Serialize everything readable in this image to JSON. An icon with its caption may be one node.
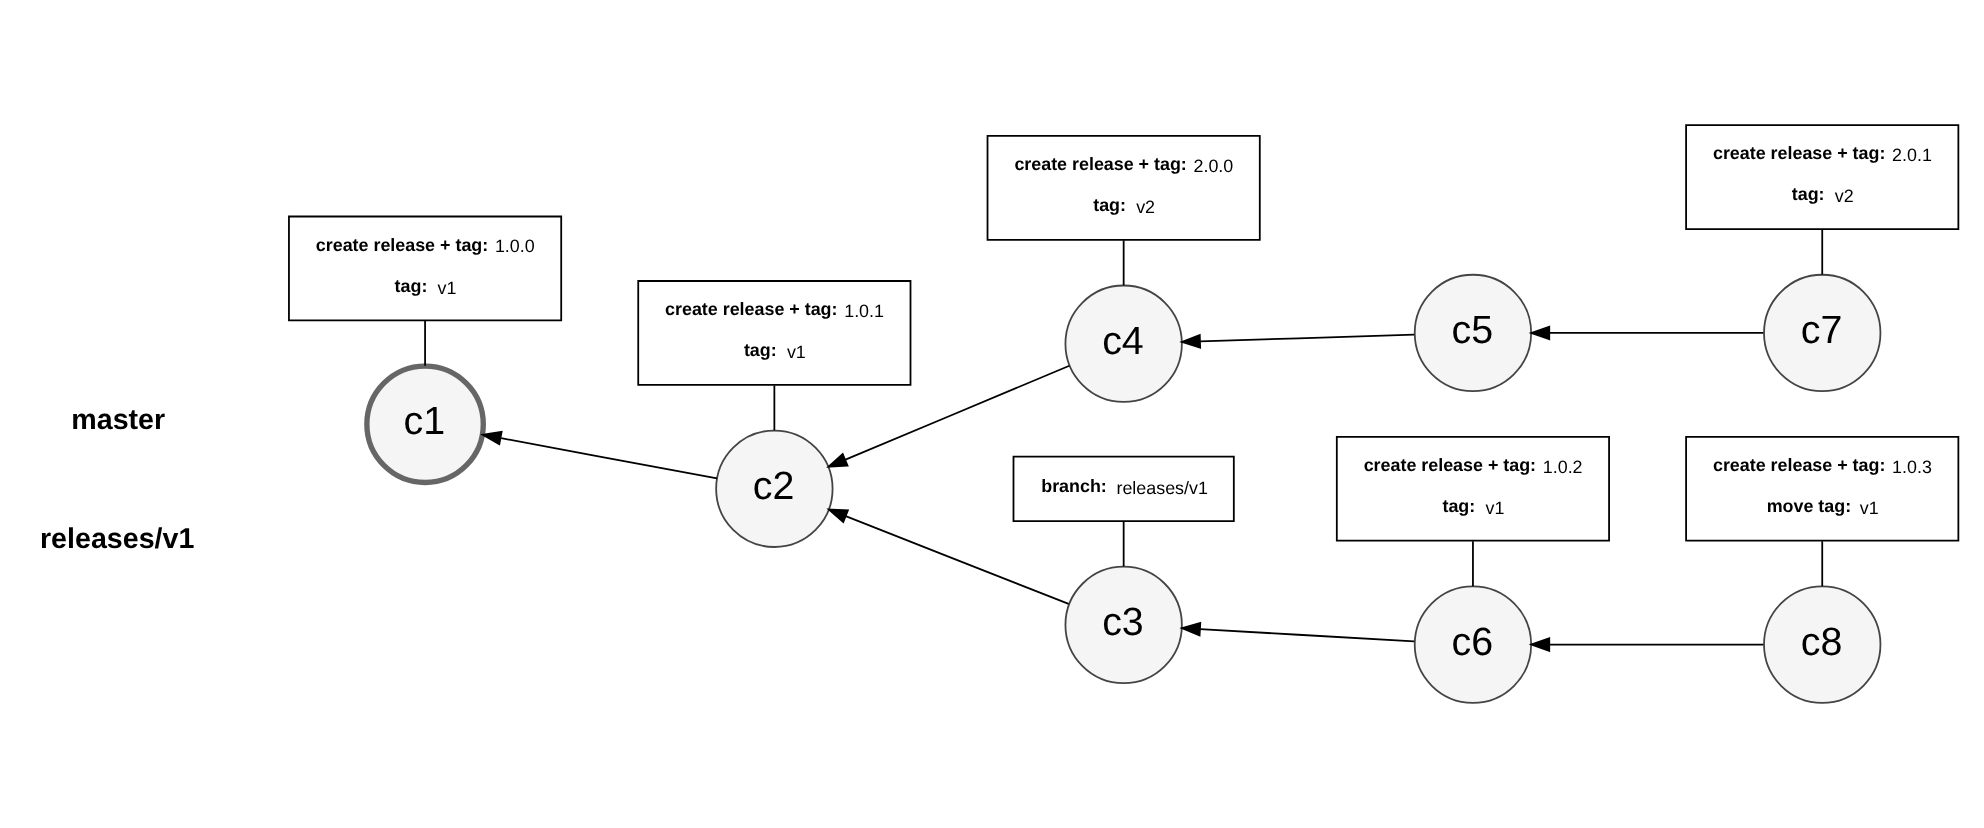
{
  "diagram": {
    "nodes": [
      {
        "text": [
          "**create release + tag:** 1.0.0",
          "**tag:** v1"
        ]
      },
      {
        "text": [
          "**create release + tag:** 1.0.1",
          "**tag:** v1"
        ]
      },
      {
        "text": [
          "**create release + tag:** 2.0.0",
          "**tag:** v2"
        ]
      },
      {
        "text": [
          "**create release + tag:** 2.0.1",
          "**tag:** v2"
        ]
      },
      {
        "text": [
          "c1"
        ]
      },
      {
        "text": [
          "c2"
        ]
      },
      {
        "text": [
          "c4"
        ]
      },
      {
        "text": [
          "c5"
        ]
      },
      {
        "text": [
          "c7"
        ]
      },
      {
        "text": [
          "**branch:** releases/v1"
        ]
      },
      {
        "text": [
          "**create release + tag:** 1.0.2",
          "**tag:** v1"
        ]
      },
      {
        "text": [
          "**create release + tag:** 1.0.3",
          "**move tag:** v1"
        ]
      },
      {
        "text": [
          "c3"
        ]
      },
      {
        "text": [
          "c6"
        ]
      },
      {
        "text": [
          "c8"
        ]
      }
    ],
    "edges": [
      {
        "from": 5,
        "to": 4,
        "arrow": "to"
      },
      {
        "from": 6,
        "to": 5,
        "arrow": "to"
      },
      {
        "from": 7,
        "to": 6,
        "arrow": "to"
      },
      {
        "from": 8,
        "to": 7,
        "arrow": "to"
      },
      {
        "from": 12,
        "to": 5,
        "arrow": "to"
      },
      {
        "from": 13,
        "to": 12,
        "arrow": "to"
      },
      {
        "from": 14,
        "to": 13,
        "arrow": "to"
      },
      {
        "from": 0,
        "to": 4,
        "arrow": "none"
      },
      {
        "from": 1,
        "to": 5,
        "arrow": "none"
      },
      {
        "from": 2,
        "to": 6,
        "arrow": "none"
      },
      {
        "from": 3,
        "to": 8,
        "arrow": "none"
      },
      {
        "from": 9,
        "to": 12,
        "arrow": "none"
      },
      {
        "from": 10,
        "to": 13,
        "arrow": "none"
      },
      {
        "from": 11,
        "to": 14,
        "arrow": "none"
      }
    ],
    "labels": [
      "master",
      "releases/v1"
    ]
  }
}
